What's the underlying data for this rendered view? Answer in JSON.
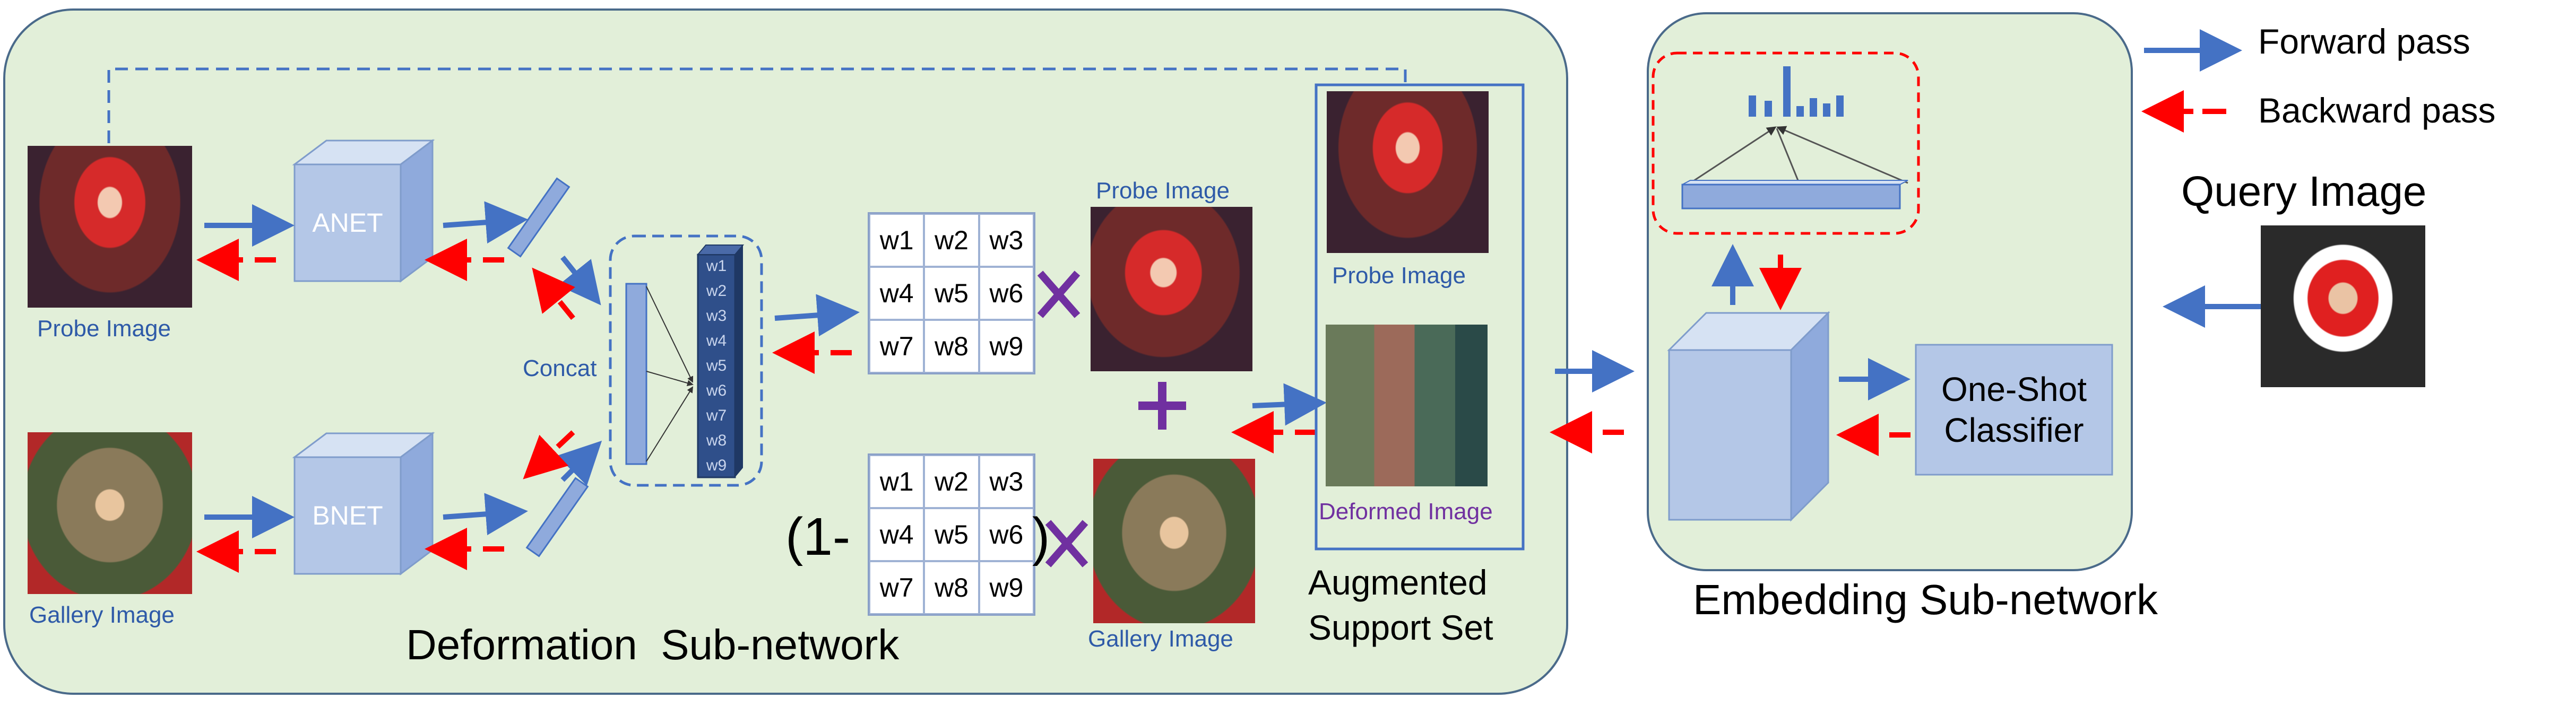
{
  "deformation": {
    "title": "Deformation  Sub-network",
    "probe_caption": "Probe Image",
    "gallery_caption": "Gallery Image",
    "anet_label": "ANET",
    "bnet_label": "BNET",
    "concat_label": "Concat",
    "weight_vector": [
      "w1",
      "w2",
      "w3",
      "w4",
      "w5",
      "w6",
      "w7",
      "w8",
      "w9"
    ],
    "weight_grid": [
      "w1",
      "w2",
      "w3",
      "w4",
      "w5",
      "w6",
      "w7",
      "w8",
      "w9"
    ],
    "one_minus": "(1-",
    "close_paren": ")",
    "probe_mid_caption": "Probe Image",
    "gallery_mid_caption": "Gallery Image"
  },
  "support_set": {
    "probe_caption": "Probe Image",
    "deformed_caption": "Deformed Image",
    "title_line1": "Augmented",
    "title_line2": "Support Set"
  },
  "embedding": {
    "title": "Embedding Sub-network",
    "classifier_line1": "One-Shot",
    "classifier_line2": "Classifier"
  },
  "legend": {
    "forward": "Forward pass",
    "backward": "Backward pass"
  },
  "query": {
    "title": "Query Image"
  },
  "colors": {
    "panel_bg": "#e2efd9",
    "arrow_forward": "#4472c4",
    "arrow_backward": "#ff0000",
    "box_fill": "#b4c7e7",
    "caption_blue": "#2e5aa8",
    "caption_purple": "#7030a0"
  }
}
